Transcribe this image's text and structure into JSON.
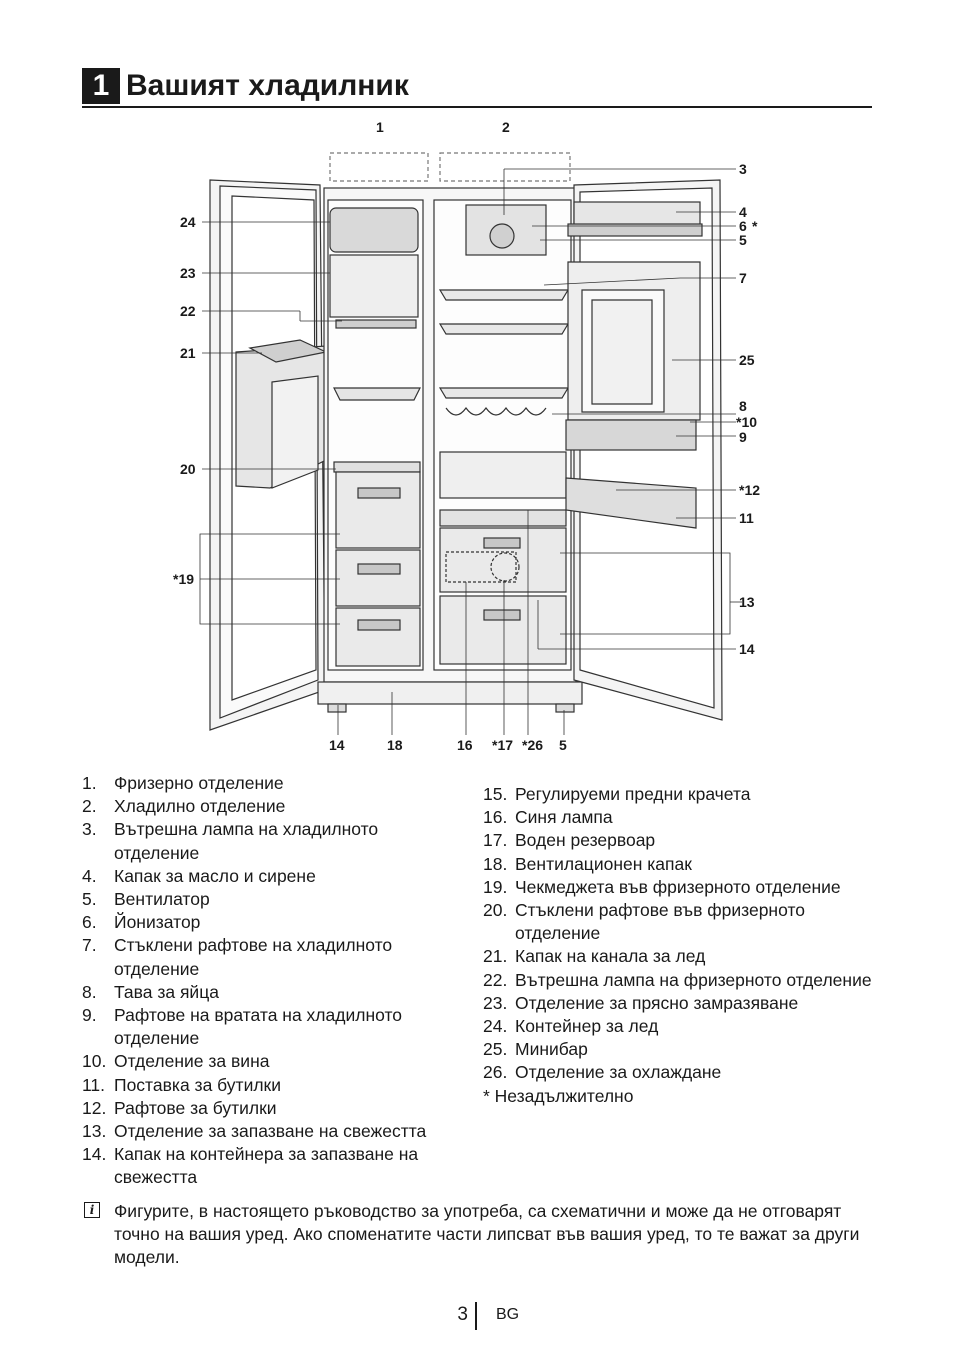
{
  "heading": {
    "number": "1",
    "title": "Вашият хладилник"
  },
  "diagram": {
    "callouts_top": [
      "1",
      "2"
    ],
    "callouts_left": [
      "24",
      "23",
      "22",
      "21",
      "20",
      "*19"
    ],
    "callouts_right": [
      "3",
      "4",
      "6",
      "*",
      "5",
      "7",
      "25",
      "8",
      "*10",
      "9",
      "*12",
      "11",
      "13",
      "14"
    ],
    "callouts_bottom": [
      "14",
      "18",
      "16",
      "*17",
      "*26",
      "5"
    ]
  },
  "parts_left": [
    {
      "n": "1.",
      "t": "Фризерно отделение"
    },
    {
      "n": "2.",
      "t": "Хладилно отделение"
    },
    {
      "n": "3.",
      "t": "Вътрешна лампа на хладилното отделение"
    },
    {
      "n": "4.",
      "t": "Капак за масло и сирене"
    },
    {
      "n": "5.",
      "t": "Вентилатор"
    },
    {
      "n": "6.",
      "t": "Йонизатор"
    },
    {
      "n": "7.",
      "t": "Стъклени рафтове на хладилното отделение"
    },
    {
      "n": "8.",
      "t": "Тава за яйца"
    },
    {
      "n": "9.",
      "t": "Рафтове на вратата на хладилното отделение"
    },
    {
      "n": "10.",
      "t": "Отделение за вина"
    },
    {
      "n": "11.",
      "t": "Поставка за бутилки"
    },
    {
      "n": "12.",
      "t": "Рафтове за бутилки"
    },
    {
      "n": "13.",
      "t": "Отделение за запазване на свежестта"
    },
    {
      "n": "14.",
      "t": "Капак на контейнера за запазване на свежестта"
    }
  ],
  "parts_right": [
    {
      "n": "15.",
      "t": "Регулируеми предни крачета"
    },
    {
      "n": "16.",
      "t": "Синя лампа"
    },
    {
      "n": "17.",
      "t": "Воден резервоар"
    },
    {
      "n": "18.",
      "t": "Вентилационен капак"
    },
    {
      "n": "19.",
      "t": "Чекмеджета във фризерното отделение"
    },
    {
      "n": "20.",
      "t": "Стъклени рафтове във фризерното отделение"
    },
    {
      "n": "21.",
      "t": "Капак на канала за лед"
    },
    {
      "n": "22.",
      "t": "Вътрешна лампа на фризерното отделение"
    },
    {
      "n": "23.",
      "t": "Отделение за прясно замразяване"
    },
    {
      "n": "24.",
      "t": "Контейнер за лед"
    },
    {
      "n": "25.",
      "t": "Минибар"
    },
    {
      "n": "26.",
      "t": "Отделение за охлаждане"
    }
  ],
  "optional_note": "* Незадължително",
  "info": {
    "icon": "info-icon",
    "text": "Фигурите, в настоящето ръководство за употреба, са схематични и може да не отговарят точно на вашия уред. Ако споменатите части липсват във вашия уред, то те важат за други модели."
  },
  "footer": {
    "page": "3",
    "lang": "BG"
  }
}
